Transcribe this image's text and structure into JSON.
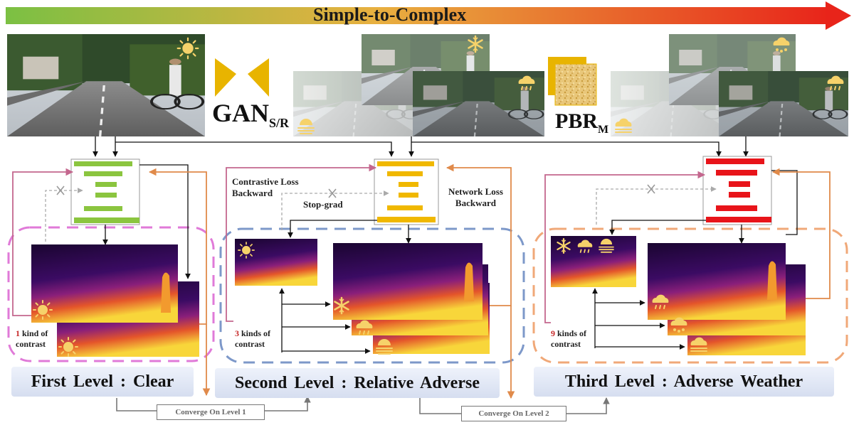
{
  "header": {
    "title": "Simple-to-Complex",
    "arrow_start_color": "#7bc043",
    "arrow_end_color": "#e8241a"
  },
  "methods": {
    "gan": {
      "label": "GAN",
      "sub": "S/R",
      "color": "#e8b400"
    },
    "pbr": {
      "label": "PBR",
      "sub": "M"
    }
  },
  "annotations": {
    "contrastive_loss": [
      "Contrastive Loss",
      "Backward"
    ],
    "stop_grad": "Stop-grad",
    "network_loss": [
      "Network Loss",
      "Backward"
    ]
  },
  "levels": [
    {
      "name": "First Level : Clear",
      "count": "1",
      "contrast_rest": " kind of",
      "contrast_word": "contrast",
      "encoder_color": "#8bc53f",
      "frame_color": "#e07ad8",
      "weather_icons": [
        "sun-icon"
      ]
    },
    {
      "name": "Second Level : Relative Adverse",
      "count": "3",
      "contrast_rest": " kinds of",
      "contrast_word": "contrast",
      "encoder_color": "#f0b800",
      "frame_color": "#7d98c9",
      "weather_icons": [
        "sun-icon",
        "snowflake-icon",
        "rain-icon",
        "fog-icon"
      ]
    },
    {
      "name": "Third Level : Adverse Weather",
      "count": "9",
      "contrast_rest": " kinds of",
      "contrast_word": "contrast",
      "encoder_color": "#e8141a",
      "frame_color": "#f0a878",
      "weather_icons": [
        "snowflake-icon",
        "rain-icon",
        "fog-icon",
        "snowy-rain-icon"
      ]
    }
  ],
  "convergence": [
    "Converge On Level 1",
    "Converge On Level 2"
  ],
  "colors": {
    "contrastive_arrow": "#c4678e",
    "network_arrow": "#e08a4a",
    "stopgrad_arrow": "#aaaaaa"
  }
}
